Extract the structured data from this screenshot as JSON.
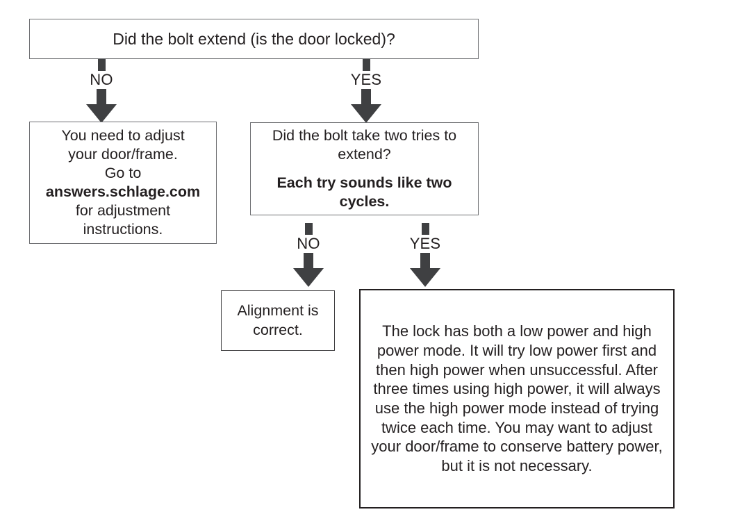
{
  "diagram": {
    "title": "Bolt extension troubleshooting flowchart",
    "colors": {
      "box_border": "#6d6e71",
      "box_border_dark": "#231f20",
      "arrow_fill": "#3f4042",
      "text": "#231f20",
      "background": "#ffffff"
    },
    "nodes": {
      "top": {
        "text": "Did the bolt extend (is the door locked)?"
      },
      "adjust": {
        "line1": "You need to adjust",
        "line2": "your door/frame.",
        "line3": "Go to",
        "link": "answers.schlage.com",
        "line4": "for adjustment",
        "line5": "instructions."
      },
      "tries": {
        "question": "Did the bolt take two tries to extend?",
        "note": "Each try sounds like two cycles."
      },
      "aligned": {
        "text": "Alignment is correct."
      },
      "power": {
        "text": "The lock has both a low power and high power mode. It will try low power first and then high power when unsuccessful. After three times using high power, it will always use the high power mode instead of trying twice each time. You may want to adjust your door/frame to conserve battery power, but it is not necessary."
      }
    },
    "arrows": {
      "no_1": {
        "label": "NO"
      },
      "yes_1": {
        "label": "YES"
      },
      "no_2": {
        "label": "NO"
      },
      "yes_2": {
        "label": "YES"
      }
    }
  }
}
